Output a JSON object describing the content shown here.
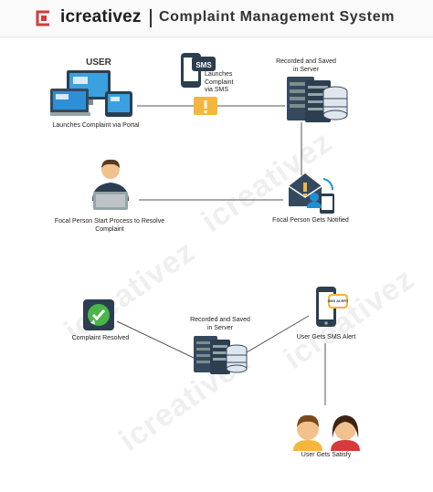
{
  "header": {
    "brand": "icreativez",
    "title": "Complaint Management System"
  },
  "watermark": "icreativez",
  "nodes": {
    "user_title": "USER",
    "user_label": "Launches Complaint via Portal",
    "sms_label": "Launches Complaint via SMS",
    "sms_icon_text": "SMS",
    "server_top_label": "Recorded and Saved in Server",
    "focal_label": "Focal Person Start Process to Resolve Complaint",
    "notified_label": "Focal Person Gets Notified",
    "resolved_label": "Complaint Resolved",
    "server_bottom_label": "Recorded and Saved in Server",
    "sms_alert_label": "User Gets SMS Alert",
    "sms_alert_icon_text": "SMS ALERT",
    "satisfy_label": "User Gets Satisfy"
  },
  "colors": {
    "brand_red": "#d63a3a",
    "line": "#555555",
    "warning": "#f4b63c",
    "server_dark": "#34495e",
    "server_light": "#dfe6ee",
    "accent_blue": "#1f8fd6",
    "green": "#4bb54a"
  }
}
